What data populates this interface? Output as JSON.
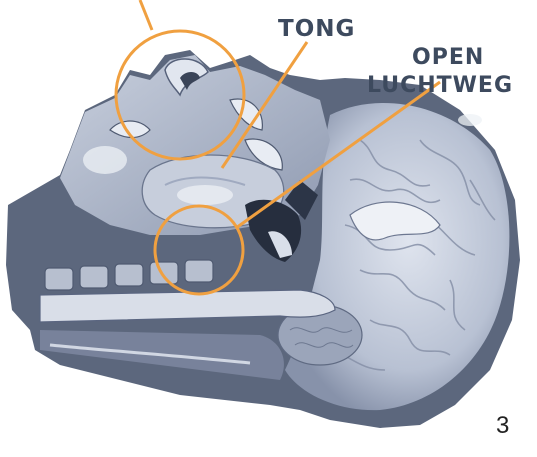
{
  "labels": {
    "tongue": "TONG",
    "airway_line1": "OPEN",
    "airway_line2": "LUCHTWEG"
  },
  "page_number": "3",
  "colors": {
    "annotation": "#f0a040",
    "label_text": "#3d4a5e",
    "scan_base": "#a6b0c4",
    "scan_dark": "#2c3547",
    "scan_light": "#e6eaf2"
  }
}
